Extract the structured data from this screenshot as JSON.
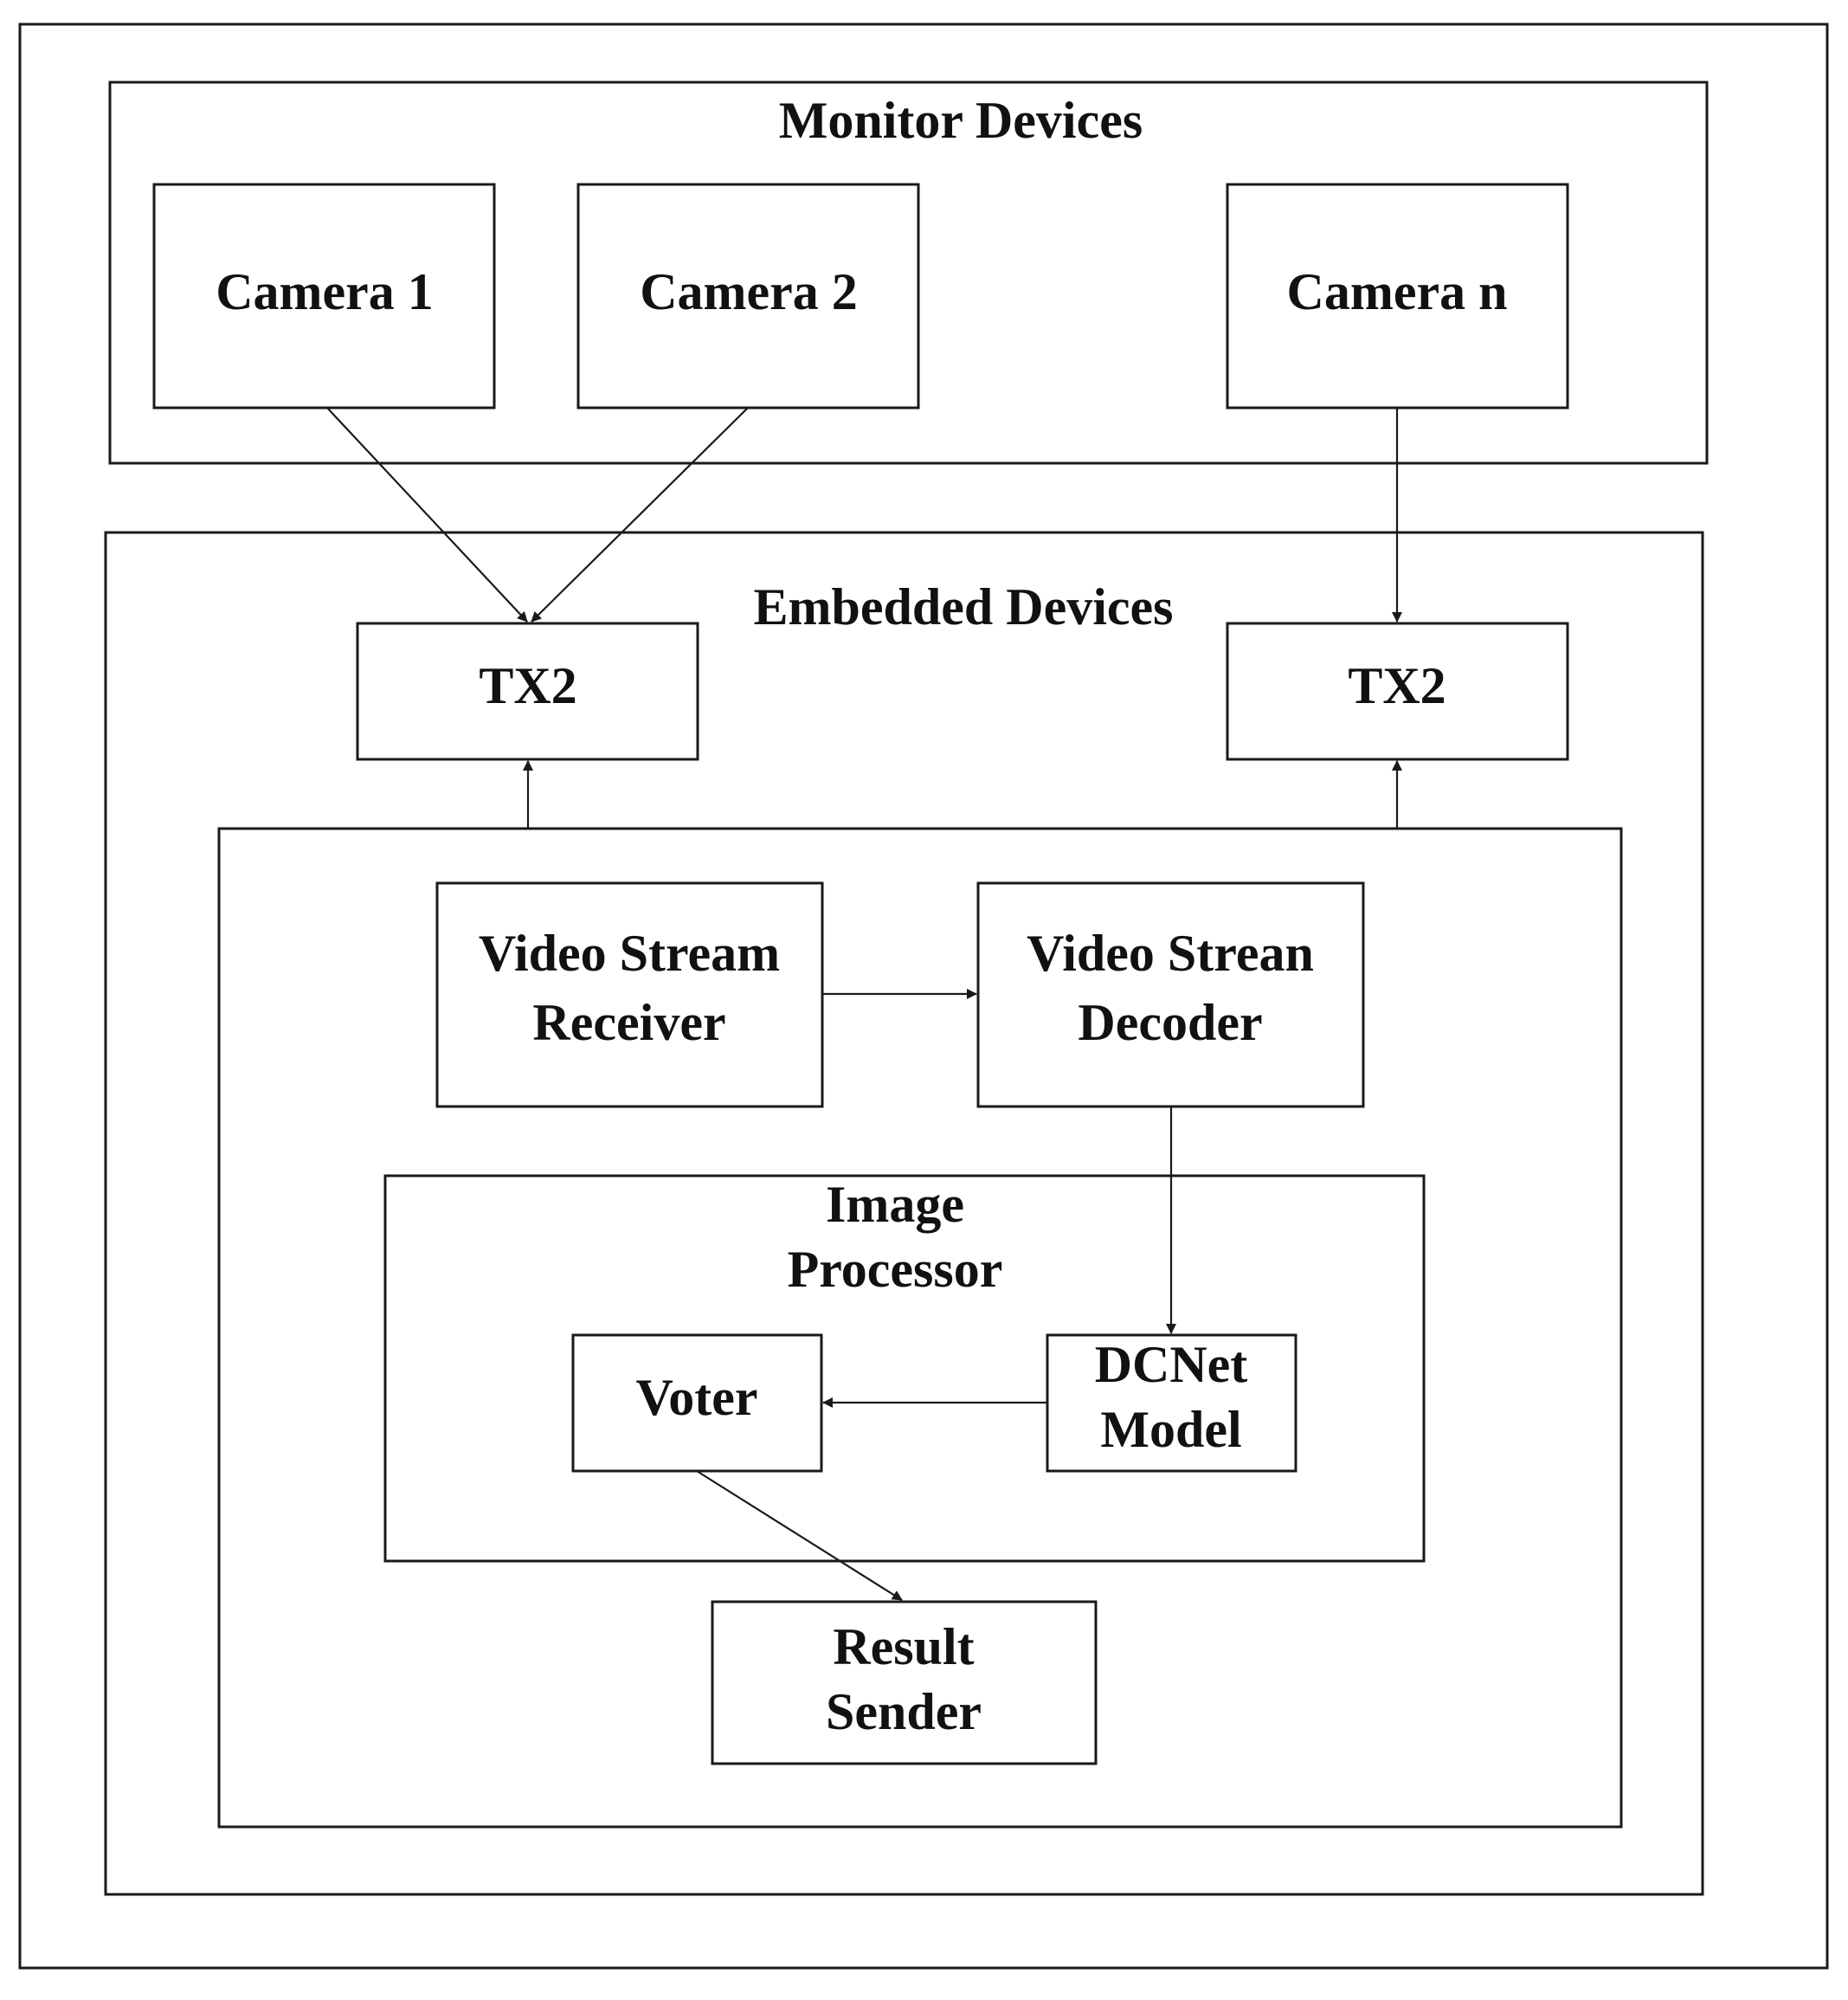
{
  "monitor": {
    "title": "Monitor Devices",
    "cameras": [
      "Camera 1",
      "Camera 2",
      "Camera n"
    ]
  },
  "embedded": {
    "title": "Embedded Devices",
    "tx2_left": "TX2",
    "tx2_right": "TX2",
    "receiver": [
      "Video Stream",
      "Receiver"
    ],
    "decoder": [
      "Video Strean",
      "Decoder"
    ],
    "image_processor": {
      "title": [
        "Image",
        "Processor"
      ],
      "voter": "Voter",
      "dcnet": [
        "DCNet",
        "Model"
      ]
    },
    "sender": [
      "Result",
      "Sender"
    ]
  }
}
